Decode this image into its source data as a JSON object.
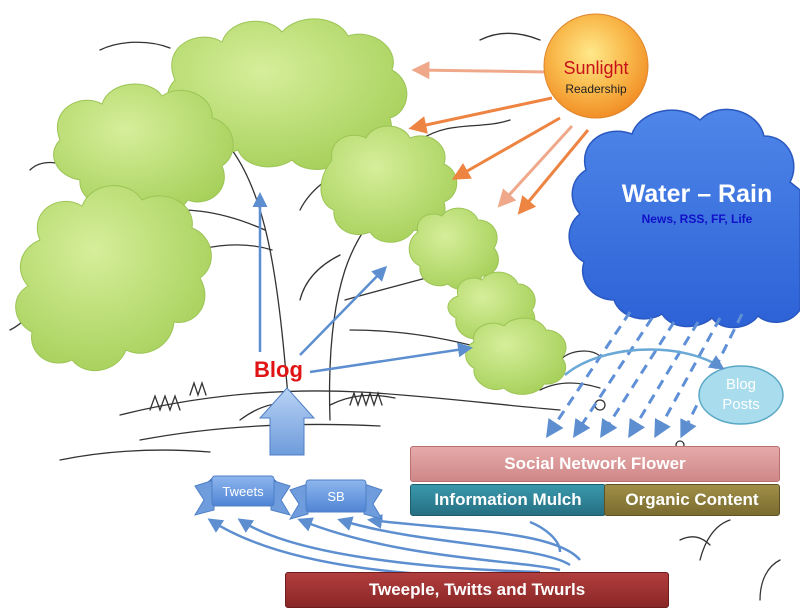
{
  "sun": {
    "title": "Sunlight",
    "subtitle": "Readership"
  },
  "cloud": {
    "title": "Water – Rain",
    "subtitle": "News, RSS, FF, Life"
  },
  "blog": {
    "label": "Blog"
  },
  "blog_posts": {
    "line1": "Blog",
    "line2": "Posts"
  },
  "ribbons": {
    "tweets": "Tweets",
    "sb": "SB"
  },
  "boxes": {
    "social_network_flower": "Social Network Flower",
    "information_mulch": "Information Mulch",
    "organic_content": "Organic Content",
    "tweeple": "Tweeple, Twitts and Twurls"
  },
  "colors": {
    "sun_core": "#f6a032",
    "sun_title": "#c8101a",
    "blog_red": "#e01414",
    "cloud_blue": "#2a6de0",
    "cloud_sub": "#1010c8",
    "foliage": "#b2d86a",
    "flower_pink": "#d99292",
    "mulch_teal": "#2e8296",
    "organic_olive": "#8a7b3a",
    "tweeple_maroon": "#9a2e2e",
    "arrow_blue": "#5d8fd0",
    "sun_ray": "#ee8442"
  },
  "icons": {
    "sun": "sun-icon",
    "cloud": "rain-cloud-icon",
    "tree": "tree-sketch-icon"
  }
}
